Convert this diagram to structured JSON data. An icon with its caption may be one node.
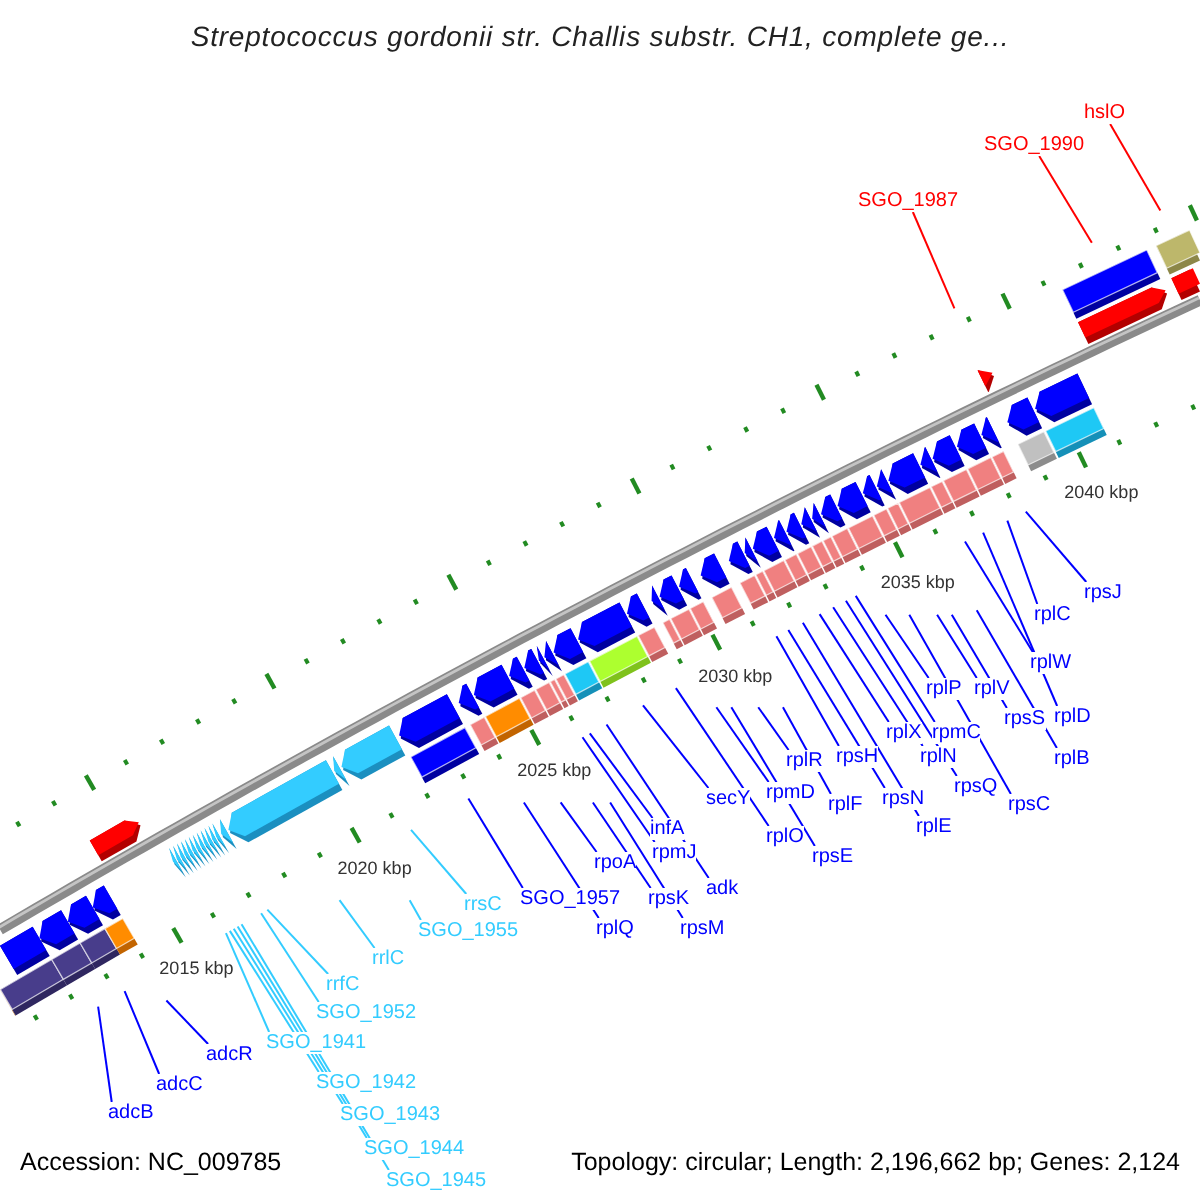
{
  "diagram": {
    "title": "Streptococcus gordonii str. Challis substr. CH1, complete ge...",
    "nodes": [
      {
        "text": [
          "adcB"
        ]
      },
      {
        "text": [
          "adcC"
        ]
      },
      {
        "text": [
          "adcR"
        ]
      },
      {
        "text": [
          "SGO_1941"
        ]
      },
      {
        "text": [
          "SGO_1942"
        ]
      },
      {
        "text": [
          "SGO_1943"
        ]
      },
      {
        "text": [
          "SGO_1944"
        ]
      },
      {
        "text": [
          "SGO_1945"
        ]
      },
      {
        "text": [
          "SGO_1952"
        ]
      },
      {
        "text": [
          "rrfC"
        ]
      },
      {
        "text": [
          "rrlC"
        ]
      },
      {
        "text": [
          "SGO_1955"
        ]
      },
      {
        "text": [
          "rrsC"
        ]
      },
      {
        "text": [
          "SGO_1957"
        ]
      },
      {
        "text": [
          "rplQ"
        ]
      },
      {
        "text": [
          "rpoA"
        ]
      },
      {
        "text": [
          "rpsK"
        ]
      },
      {
        "text": [
          "rpsM"
        ]
      },
      {
        "text": [
          "rpmJ"
        ]
      },
      {
        "text": [
          "infA"
        ]
      },
      {
        "text": [
          "adk"
        ]
      },
      {
        "text": [
          "secY"
        ]
      },
      {
        "text": [
          "rplO"
        ]
      },
      {
        "text": [
          "rpmD"
        ]
      },
      {
        "text": [
          "rpsE"
        ]
      },
      {
        "text": [
          "rplR"
        ]
      },
      {
        "text": [
          "rplF"
        ]
      },
      {
        "text": [
          "rpsH"
        ]
      },
      {
        "text": [
          "rpsN"
        ]
      },
      {
        "text": [
          "rplE"
        ]
      },
      {
        "text": [
          "rplX"
        ]
      },
      {
        "text": [
          "rplN"
        ]
      },
      {
        "text": [
          "rpsQ"
        ]
      },
      {
        "text": [
          "rpmC"
        ]
      },
      {
        "text": [
          "rplP"
        ]
      },
      {
        "text": [
          "rpsC"
        ]
      },
      {
        "text": [
          "rplV"
        ]
      },
      {
        "text": [
          "rpsS"
        ]
      },
      {
        "text": [
          "rplB"
        ]
      },
      {
        "text": [
          "rplW"
        ]
      },
      {
        "text": [
          "rplD"
        ]
      },
      {
        "text": [
          "rplC"
        ]
      },
      {
        "text": [
          "rpsJ"
        ]
      },
      {
        "text": [
          "SGO_1987"
        ]
      },
      {
        "text": [
          "SGO_1990"
        ]
      },
      {
        "text": [
          "hslO"
        ]
      }
    ],
    "edges": [
      {
        "from": 0,
        "to": null,
        "arrow": "none"
      },
      {
        "from": 1,
        "to": null,
        "arrow": "none"
      },
      {
        "from": 2,
        "to": null,
        "arrow": "none"
      },
      {
        "from": 3,
        "to": null,
        "arrow": "none",
        "color": "#33ccff"
      },
      {
        "from": 4,
        "to": null,
        "arrow": "none",
        "color": "#33ccff"
      },
      {
        "from": 5,
        "to": null,
        "arrow": "none",
        "color": "#33ccff"
      },
      {
        "from": 6,
        "to": null,
        "arrow": "none",
        "color": "#33ccff"
      },
      {
        "from": 7,
        "to": null,
        "arrow": "none",
        "color": "#33ccff"
      },
      {
        "from": 8,
        "to": null,
        "arrow": "none",
        "color": "#33ccff"
      },
      {
        "from": 9,
        "to": null,
        "arrow": "none",
        "color": "#33ccff"
      },
      {
        "from": 10,
        "to": null,
        "arrow": "none",
        "color": "#33ccff"
      },
      {
        "from": 11,
        "to": null,
        "arrow": "none",
        "color": "#33ccff"
      },
      {
        "from": 12,
        "to": null,
        "arrow": "none",
        "color": "#33ccff"
      },
      {
        "from": 13,
        "to": null,
        "arrow": "none"
      },
      {
        "from": 14,
        "to": null,
        "arrow": "none"
      },
      {
        "from": 15,
        "to": null,
        "arrow": "none"
      },
      {
        "from": 16,
        "to": null,
        "arrow": "none"
      },
      {
        "from": 17,
        "to": null,
        "arrow": "none"
      },
      {
        "from": 18,
        "to": null,
        "arrow": "none"
      },
      {
        "from": 19,
        "to": null,
        "arrow": "none"
      },
      {
        "from": 20,
        "to": null,
        "arrow": "none"
      },
      {
        "from": 21,
        "to": null,
        "arrow": "none"
      },
      {
        "from": 22,
        "to": null,
        "arrow": "none"
      },
      {
        "from": 23,
        "to": null,
        "arrow": "none"
      },
      {
        "from": 24,
        "to": null,
        "arrow": "none"
      },
      {
        "from": 25,
        "to": null,
        "arrow": "none"
      },
      {
        "from": 26,
        "to": null,
        "arrow": "none"
      },
      {
        "from": 27,
        "to": null,
        "arrow": "none"
      },
      {
        "from": 28,
        "to": null,
        "arrow": "none"
      },
      {
        "from": 29,
        "to": null,
        "arrow": "none"
      },
      {
        "from": 30,
        "to": null,
        "arrow": "none"
      },
      {
        "from": 31,
        "to": null,
        "arrow": "none"
      },
      {
        "from": 32,
        "to": null,
        "arrow": "none"
      },
      {
        "from": 33,
        "to": null,
        "arrow": "none"
      },
      {
        "from": 34,
        "to": null,
        "arrow": "none"
      },
      {
        "from": 35,
        "to": null,
        "arrow": "none"
      },
      {
        "from": 36,
        "to": null,
        "arrow": "none"
      },
      {
        "from": 37,
        "to": null,
        "arrow": "none"
      },
      {
        "from": 38,
        "to": null,
        "arrow": "none"
      },
      {
        "from": 39,
        "to": null,
        "arrow": "none"
      },
      {
        "from": 40,
        "to": null,
        "arrow": "none"
      },
      {
        "from": 41,
        "to": null,
        "arrow": "none"
      },
      {
        "from": 42,
        "to": null,
        "arrow": "none"
      },
      {
        "from": 43,
        "to": null,
        "arrow": "none",
        "color": "#ff0000"
      },
      {
        "from": 44,
        "to": null,
        "arrow": "none",
        "color": "#ff0000"
      },
      {
        "from": 45,
        "to": null,
        "arrow": "none",
        "color": "#ff0000"
      }
    ],
    "labels": [
      "2015 kbp",
      "2020 kbp",
      "2025 kbp",
      "2030 kbp",
      "2035 kbp",
      "2040 kbp",
      "Accession: NC_009785",
      "Topology: circular; Length: 2,196,662 bp; Genes: 2,124"
    ]
  }
}
